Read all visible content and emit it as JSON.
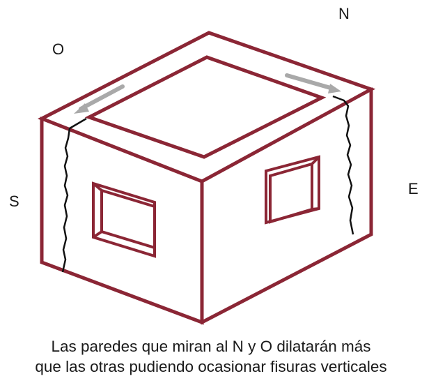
{
  "diagram": {
    "labels": {
      "north": "N",
      "west": "O",
      "south": "S",
      "east": "E"
    },
    "caption": {
      "line1": "Las paredes que miran al N y O dilatarán más",
      "line2": "que las otras pudiendo ocasionar fisuras verticales"
    },
    "colors": {
      "wall_outline": "#8b2635",
      "crack": "#111111",
      "arrow": "#a9a9a9",
      "text": "#1a1a1a",
      "background": "#ffffff"
    }
  }
}
